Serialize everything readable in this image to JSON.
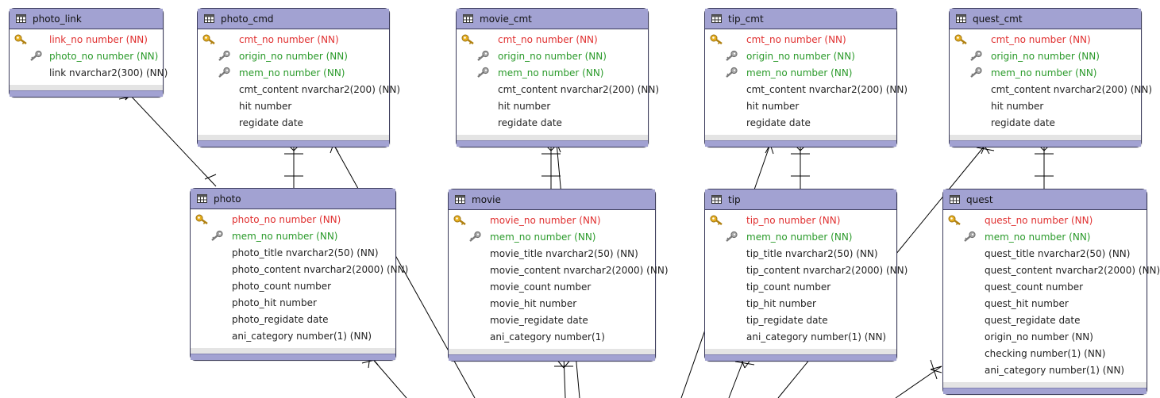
{
  "colors": {
    "header": "#a2a2d2",
    "primary_key_text": "#e03030",
    "foreign_key_text": "#2a9a2a",
    "plain_text": "#222222",
    "line": "#000000"
  },
  "entities": [
    {
      "id": "photo_link",
      "title": "photo_link",
      "columns": [
        {
          "text": "link_no number (NN)",
          "kind": "pk"
        },
        {
          "text": "photo_no number (NN)",
          "kind": "fk"
        },
        {
          "text": "link nvarchar2(300) (NN)",
          "kind": "plain"
        }
      ]
    },
    {
      "id": "photo_cmd",
      "title": "photo_cmd",
      "columns": [
        {
          "text": "cmt_no number (NN)",
          "kind": "pk"
        },
        {
          "text": "origin_no number (NN)",
          "kind": "fk"
        },
        {
          "text": "mem_no number (NN)",
          "kind": "fk"
        },
        {
          "text": "cmt_content nvarchar2(200) (NN)",
          "kind": "plain"
        },
        {
          "text": "hit number",
          "kind": "plain"
        },
        {
          "text": "regidate date",
          "kind": "plain"
        }
      ]
    },
    {
      "id": "movie_cmt",
      "title": "movie_cmt",
      "columns": [
        {
          "text": "cmt_no number (NN)",
          "kind": "pk"
        },
        {
          "text": "origin_no number (NN)",
          "kind": "fk"
        },
        {
          "text": "mem_no number (NN)",
          "kind": "fk"
        },
        {
          "text": "cmt_content nvarchar2(200) (NN)",
          "kind": "plain"
        },
        {
          "text": "hit number",
          "kind": "plain"
        },
        {
          "text": "regidate date",
          "kind": "plain"
        }
      ]
    },
    {
      "id": "tip_cmt",
      "title": "tip_cmt",
      "columns": [
        {
          "text": "cmt_no number (NN)",
          "kind": "pk"
        },
        {
          "text": "origin_no number (NN)",
          "kind": "fk"
        },
        {
          "text": "mem_no number (NN)",
          "kind": "fk"
        },
        {
          "text": "cmt_content nvarchar2(200) (NN)",
          "kind": "plain"
        },
        {
          "text": "hit number",
          "kind": "plain"
        },
        {
          "text": "regidate date",
          "kind": "plain"
        }
      ]
    },
    {
      "id": "quest_cmt",
      "title": "quest_cmt",
      "columns": [
        {
          "text": "cmt_no number (NN)",
          "kind": "pk"
        },
        {
          "text": "origin_no number (NN)",
          "kind": "fk"
        },
        {
          "text": "mem_no number (NN)",
          "kind": "fk"
        },
        {
          "text": "cmt_content nvarchar2(200) (NN)",
          "kind": "plain"
        },
        {
          "text": "hit number",
          "kind": "plain"
        },
        {
          "text": "regidate date",
          "kind": "plain"
        }
      ]
    },
    {
      "id": "photo",
      "title": "photo",
      "columns": [
        {
          "text": "photo_no number (NN)",
          "kind": "pk"
        },
        {
          "text": "mem_no number (NN)",
          "kind": "fk"
        },
        {
          "text": "photo_title nvarchar2(50) (NN)",
          "kind": "plain"
        },
        {
          "text": "photo_content nvarchar2(2000) (NN)",
          "kind": "plain"
        },
        {
          "text": "photo_count number",
          "kind": "plain"
        },
        {
          "text": "photo_hit number",
          "kind": "plain"
        },
        {
          "text": "photo_regidate date",
          "kind": "plain"
        },
        {
          "text": "ani_category number(1) (NN)",
          "kind": "plain"
        }
      ]
    },
    {
      "id": "movie",
      "title": "movie",
      "columns": [
        {
          "text": "movie_no number (NN)",
          "kind": "pk"
        },
        {
          "text": "mem_no number (NN)",
          "kind": "fk"
        },
        {
          "text": "movie_title nvarchar2(50) (NN)",
          "kind": "plain"
        },
        {
          "text": "movie_content nvarchar2(2000) (NN)",
          "kind": "plain"
        },
        {
          "text": "movie_count number",
          "kind": "plain"
        },
        {
          "text": "movie_hit number",
          "kind": "plain"
        },
        {
          "text": "movie_regidate date",
          "kind": "plain"
        },
        {
          "text": "ani_category number(1)",
          "kind": "plain"
        }
      ]
    },
    {
      "id": "tip",
      "title": "tip",
      "columns": [
        {
          "text": "tip_no number (NN)",
          "kind": "pk"
        },
        {
          "text": "mem_no number (NN)",
          "kind": "fk"
        },
        {
          "text": "tip_title nvarchar2(50) (NN)",
          "kind": "plain"
        },
        {
          "text": "tip_content nvarchar2(2000) (NN)",
          "kind": "plain"
        },
        {
          "text": "tip_count number",
          "kind": "plain"
        },
        {
          "text": "tip_hit number",
          "kind": "plain"
        },
        {
          "text": "tip_regidate date",
          "kind": "plain"
        },
        {
          "text": "ani_category number(1) (NN)",
          "kind": "plain"
        }
      ]
    },
    {
      "id": "quest",
      "title": "quest",
      "columns": [
        {
          "text": "quest_no number (NN)",
          "kind": "pk"
        },
        {
          "text": "mem_no number (NN)",
          "kind": "fk"
        },
        {
          "text": "quest_title nvarchar2(50) (NN)",
          "kind": "plain"
        },
        {
          "text": "quest_content nvarchar2(2000) (NN)",
          "kind": "plain"
        },
        {
          "text": "quest_count number",
          "kind": "plain"
        },
        {
          "text": "quest_hit number",
          "kind": "plain"
        },
        {
          "text": "quest_regidate date",
          "kind": "plain"
        },
        {
          "text": "origin_no number (NN)",
          "kind": "plain"
        },
        {
          "text": "checking number(1) (NN)",
          "kind": "plain"
        },
        {
          "text": "ani_category number(1) (NN)",
          "kind": "plain"
        }
      ]
    }
  ],
  "relationships": [
    {
      "from": "photo",
      "to": "photo_link",
      "cardinality": "one-to-many"
    },
    {
      "from": "photo",
      "to": "photo_cmd",
      "cardinality": "one-to-many"
    },
    {
      "from": "movie",
      "to": "movie_cmt",
      "cardinality": "one-to-many"
    },
    {
      "from": "tip",
      "to": "tip_cmt",
      "cardinality": "one-to-many"
    },
    {
      "from": "quest",
      "to": "quest_cmt",
      "cardinality": "one-to-many"
    }
  ]
}
